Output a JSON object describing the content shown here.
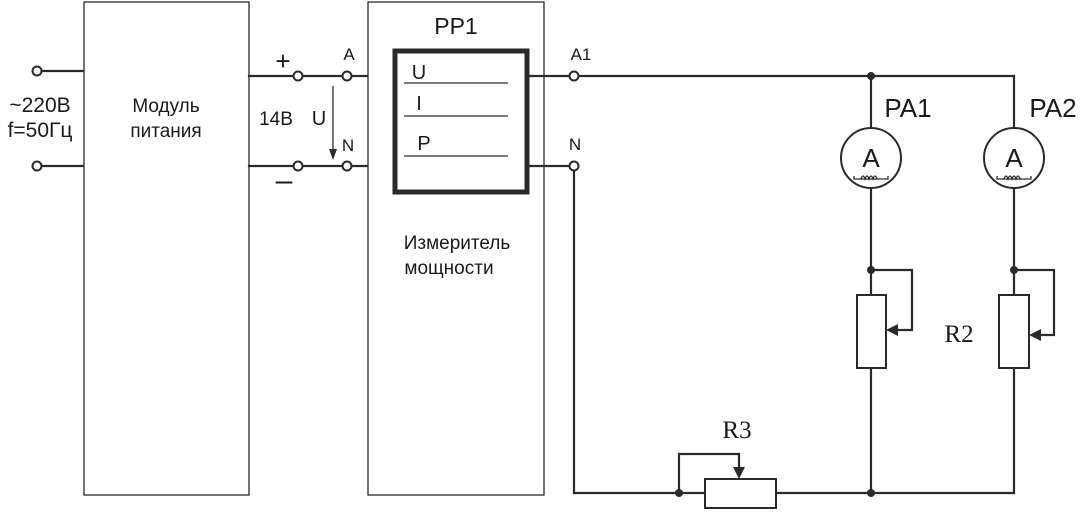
{
  "source": {
    "voltage": "~220В",
    "frequency": "f=50Гц"
  },
  "power_module": {
    "line1": "Модуль",
    "line2": "питания"
  },
  "output": {
    "plus": "+",
    "minus": "–",
    "voltage": "14В",
    "u_label": "U",
    "terminal_a": "A",
    "terminal_n": "N"
  },
  "meter": {
    "id": "PP1",
    "param_u": "U",
    "param_i": "I",
    "param_p": "P",
    "caption_line1": "Измеритель",
    "caption_line2": "мощности"
  },
  "load_terminals": {
    "a1": "A1",
    "n": "N"
  },
  "ammeters": [
    {
      "id": "PA1",
      "symbol": "A"
    },
    {
      "id": "PA2",
      "symbol": "A"
    }
  ],
  "resistors": {
    "r2": "R2",
    "r3": "R3"
  }
}
